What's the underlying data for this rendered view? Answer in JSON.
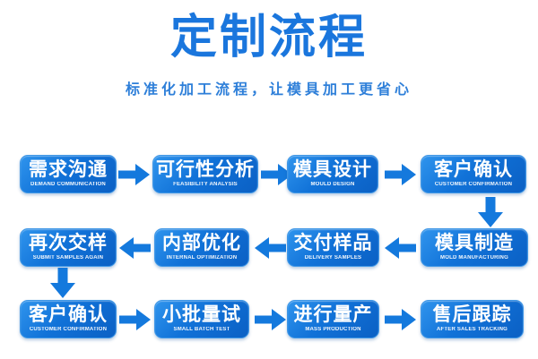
{
  "header": {
    "title": "定制流程",
    "subtitle": "标准化加工流程，让模具加工更省心"
  },
  "colors": {
    "title_blue": "#1a76dd",
    "subtitle_blue": "#2e7fd9",
    "box_gradient_top": "#2f94ed",
    "box_gradient_bottom": "#0b60c4",
    "arrow_blue": "#1479dd",
    "box_text": "#ffffff",
    "background": "#ffffff"
  },
  "steps": [
    {
      "zh": "需求沟通",
      "en": "DEMAND COMMUNICATION"
    },
    {
      "zh": "可行性分析",
      "en": "FEASIBILITY ANALYSIS"
    },
    {
      "zh": "模具设计",
      "en": "MOULD DESIGN"
    },
    {
      "zh": "客户确认",
      "en": "CUSTOMER CONFIRMATION"
    },
    {
      "zh": "模具制造",
      "en": "MOLD MANUFACTURING"
    },
    {
      "zh": "交付样品",
      "en": "DELIVERY SAMPLES"
    },
    {
      "zh": "内部优化",
      "en": "INTERNAL OPTIMIZATION"
    },
    {
      "zh": "再次交样",
      "en": "SUBMIT SAMPLES AGAIN"
    },
    {
      "zh": "客户确认",
      "en": "CUSTOMER CONFIRMATION"
    },
    {
      "zh": "小批量试",
      "en": "SMALL BATCH TEST"
    },
    {
      "zh": "进行量产",
      "en": "MASS PRODUCTION"
    },
    {
      "zh": "售后跟踪",
      "en": "AFTER SALES TRACKING"
    }
  ]
}
